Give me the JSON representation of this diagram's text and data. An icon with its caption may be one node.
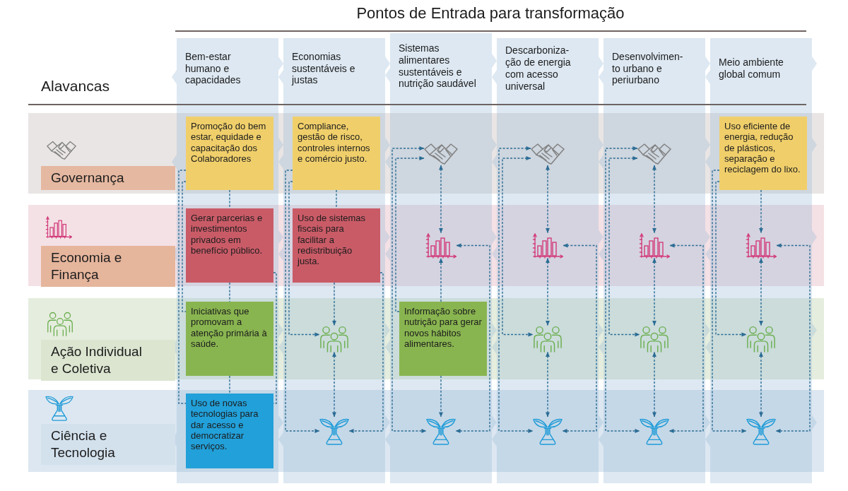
{
  "diagram": {
    "title": "Pontos de Entrada para transformação",
    "nodes": [
      {
        "text": [
          "Bem-estar humano e capacidades"
        ]
      },
      {
        "text": [
          "Economias sustentáveis e justas"
        ]
      },
      {
        "text": [
          "Sistemas alimentares sustentáveis e nutrição saudável"
        ]
      },
      {
        "text": [
          "Descarboniza-ção de energia com acesso universal"
        ]
      },
      {
        "text": [
          "Desenvolvimen-to urbano e periurbano"
        ]
      },
      {
        "text": [
          "Meio ambiente global comum"
        ]
      },
      {
        "text": [
          "Governança"
        ]
      },
      {
        "text": [
          "Promoção do bem estar, equidade e capacitação dos Colaboradores"
        ]
      },
      {
        "text": [
          "Compliance, gestão de risco, controles internos e comércio justo."
        ]
      },
      {
        "text": [],
        "shape": "picture"
      },
      {
        "text": [],
        "shape": "picture"
      },
      {
        "text": [],
        "shape": "picture"
      },
      {
        "text": [
          "Uso eficiente de energia, redução de plásticos, separação e reciclagem do lixo."
        ]
      },
      {
        "text": [
          "Economia e Finança"
        ]
      },
      {
        "text": [
          "Gerar parcerias e investimentos privados em benefício público."
        ]
      },
      {
        "text": [
          "Uso de sistemas fiscais para facilitar a redistribuição justa."
        ]
      },
      {
        "text": [],
        "shape": "picture"
      },
      {
        "text": [],
        "shape": "picture"
      },
      {
        "text": [],
        "shape": "picture"
      },
      {
        "text": [],
        "shape": "picture"
      },
      {
        "text": [
          "Ação Individual e Coletiva"
        ]
      },
      {
        "text": [
          "Iniciativas que promovam a atenção primária à saúde."
        ]
      },
      {
        "text": [],
        "shape": "picture"
      },
      {
        "text": [
          "Informação sobre nutrição para gerar novos hábitos alimentares."
        ]
      },
      {
        "text": [],
        "shape": "picture"
      },
      {
        "text": [],
        "shape": "picture"
      },
      {
        "text": [],
        "shape": "picture"
      },
      {
        "text": [
          "Ciência e Tecnologia"
        ]
      },
      {
        "text": [
          "Uso de novas tecnologias para dar acesso e democratizar serviços."
        ]
      },
      {
        "text": [],
        "shape": "picture"
      },
      {
        "text": [],
        "shape": "picture"
      },
      {
        "text": [],
        "shape": "picture"
      },
      {
        "text": [],
        "shape": "picture"
      },
      {
        "text": [],
        "shape": "picture"
      }
    ],
    "edges": [
      {
        "from": 7,
        "to": 14,
        "arrow": "none",
        "style": "dashed"
      },
      {
        "from": 7,
        "to": 21,
        "arrow": "none",
        "style": "dashed"
      },
      {
        "from": 7,
        "to": 28,
        "arrow": "none",
        "style": "dashed"
      },
      {
        "from": 14,
        "to": 21,
        "arrow": "none",
        "style": "dashed"
      },
      {
        "from": 14,
        "to": 28,
        "arrow": "none",
        "style": "dashed"
      },
      {
        "from": 21,
        "to": 28,
        "arrow": "none",
        "style": "dashed"
      },
      {
        "from": 8,
        "to": 15,
        "arrow": "none",
        "style": "dashed"
      },
      {
        "from": 8,
        "to": 22,
        "arrow": "to",
        "style": "dashed"
      },
      {
        "from": 8,
        "to": 29,
        "arrow": "to",
        "style": "dashed"
      },
      {
        "from": 15,
        "to": 22,
        "arrow": "to",
        "style": "dashed"
      },
      {
        "from": 15,
        "to": 29,
        "arrow": "to",
        "style": "dashed"
      },
      {
        "from": 22,
        "to": 29,
        "arrow": "both",
        "style": "dashed"
      },
      {
        "from": 9,
        "to": 16,
        "arrow": "both",
        "style": "dashed"
      },
      {
        "from": 23,
        "to": 9,
        "arrow": "to",
        "style": "dashed"
      },
      {
        "from": 9,
        "to": 30,
        "arrow": "both",
        "style": "dashed"
      },
      {
        "from": 23,
        "to": 16,
        "arrow": "to",
        "style": "dashed"
      },
      {
        "from": 16,
        "to": 30,
        "arrow": "both",
        "style": "dashed"
      },
      {
        "from": 23,
        "to": 30,
        "arrow": "to",
        "style": "dashed"
      },
      {
        "from": 10,
        "to": 17,
        "arrow": "both",
        "style": "dashed"
      },
      {
        "from": 10,
        "to": 24,
        "arrow": "both",
        "style": "dashed"
      },
      {
        "from": 10,
        "to": 31,
        "arrow": "both",
        "style": "dashed"
      },
      {
        "from": 17,
        "to": 24,
        "arrow": "both",
        "style": "dashed"
      },
      {
        "from": 17,
        "to": 31,
        "arrow": "both",
        "style": "dashed"
      },
      {
        "from": 24,
        "to": 31,
        "arrow": "both",
        "style": "dashed"
      },
      {
        "from": 11,
        "to": 18,
        "arrow": "both",
        "style": "dashed"
      },
      {
        "from": 11,
        "to": 25,
        "arrow": "both",
        "style": "dashed"
      },
      {
        "from": 11,
        "to": 32,
        "arrow": "both",
        "style": "dashed"
      },
      {
        "from": 18,
        "to": 25,
        "arrow": "both",
        "style": "dashed"
      },
      {
        "from": 18,
        "to": 32,
        "arrow": "both",
        "style": "dashed"
      },
      {
        "from": 25,
        "to": 32,
        "arrow": "both",
        "style": "dashed"
      },
      {
        "from": 12,
        "to": 19,
        "arrow": "to",
        "style": "dashed"
      },
      {
        "from": 12,
        "to": 26,
        "arrow": "to",
        "style": "dashed"
      },
      {
        "from": 12,
        "to": 33,
        "arrow": "to",
        "style": "dashed"
      },
      {
        "from": 19,
        "to": 26,
        "arrow": "both",
        "style": "dashed"
      },
      {
        "from": 19,
        "to": 33,
        "arrow": "both",
        "style": "dashed"
      },
      {
        "from": 26,
        "to": 33,
        "arrow": "both",
        "style": "dashed"
      }
    ],
    "labels": [
      "Alavancas"
    ]
  }
}
